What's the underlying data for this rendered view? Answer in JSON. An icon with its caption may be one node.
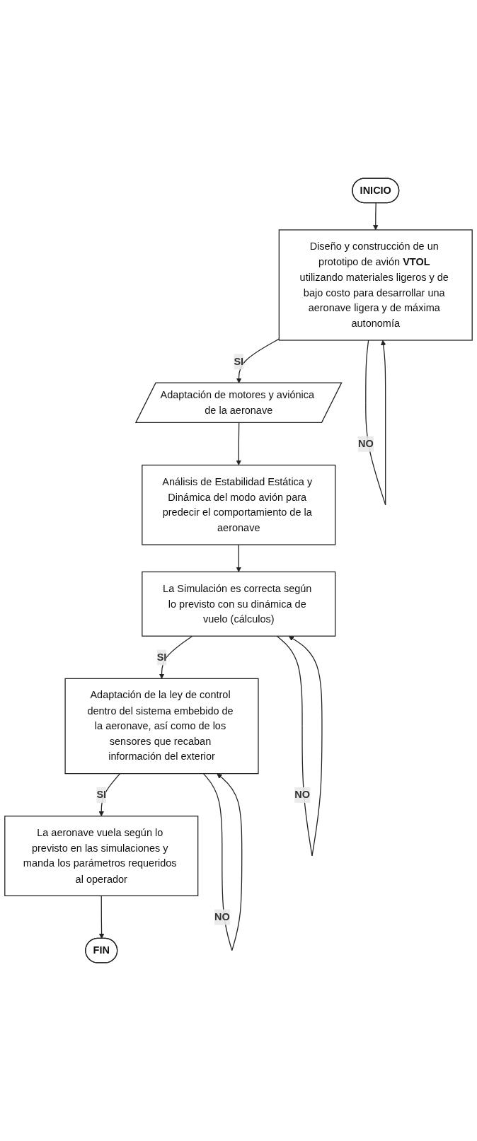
{
  "diagram": {
    "nodes": [
      {
        "text": [
          "INICIO"
        ]
      },
      {
        "text": [
          "Diseño y construcción de un prototipo de avión **VTOL** utilizando materiales ligeros y de bajo costo para desarrollar una aeronave ligera y de máxima autonomía"
        ]
      },
      {
        "text": [
          "Adaptación de motores y aviónica de la aeronave"
        ]
      },
      {
        "text": [
          "Análisis de Estabilidad Estática y Dinámica del modo avión para predecir el comportamiento de la aeronave"
        ]
      },
      {
        "text": [
          "La Simulación es correcta según lo previsto con su dinámica de vuelo (cálculos)"
        ]
      },
      {
        "text": [
          "Adaptación de la ley de control dentro del sistema embebido de la aeronave, así como de los sensores que recaban información del exterior"
        ]
      },
      {
        "text": [
          "La aeronave vuela según lo previsto en las simulaciones y manda los parámetros requeridos al operador"
        ]
      },
      {
        "text": [
          "FIN"
        ]
      }
    ],
    "edges": [
      {
        "from": 0,
        "to": 1,
        "arrow": "to"
      },
      {
        "from": 1,
        "to": 2,
        "arrow": "to",
        "label": "SI"
      },
      {
        "from": 1,
        "to": 1,
        "arrow": "to",
        "label": "NO"
      },
      {
        "from": 2,
        "to": 3,
        "arrow": "to"
      },
      {
        "from": 3,
        "to": 4,
        "arrow": "to"
      },
      {
        "from": 4,
        "to": 5,
        "arrow": "to",
        "label": "SI"
      },
      {
        "from": 4,
        "to": 4,
        "arrow": "to",
        "label": "NO"
      },
      {
        "from": 5,
        "to": 6,
        "arrow": "to",
        "label": "SI"
      },
      {
        "from": 5,
        "to": 5,
        "arrow": "to",
        "label": "NO"
      },
      {
        "from": 6,
        "to": 7,
        "arrow": "to"
      }
    ]
  }
}
